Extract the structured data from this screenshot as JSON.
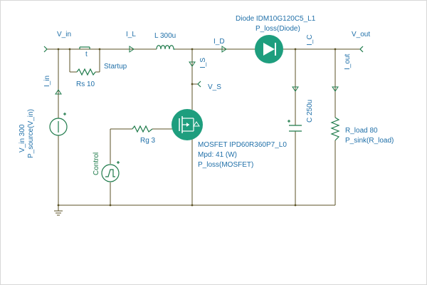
{
  "labels": {
    "v_in": "V_in",
    "i_l": "I_L",
    "inductor": "L 300u",
    "i_d": "I_D",
    "diode_name": "Diode IDM10G120C5_L1",
    "diode_loss": "P_loss(Diode)",
    "i_c": "I_C",
    "v_out": "V_out",
    "i_out": "I_out",
    "i_in": "I_in",
    "i_s": "I_S",
    "v_s": "V_S",
    "startup_t": "t",
    "startup": "Startup",
    "rs": "Rs 10",
    "cap": "C 250u",
    "rload": "R_load 80",
    "rload_sink": "P_sink(R_load)",
    "vin_source": "V_in 300",
    "vin_psource": "P_source(V_in)",
    "rg": "Rg 3",
    "control": "Control",
    "mosfet_name": "MOSFET IPD60R360P7_L0",
    "mosfet_mpd": "Mpd: 41 (W)",
    "mosfet_loss": "P_loss(MOSFET)"
  },
  "colors": {
    "wire": "#5b5224",
    "component": "#1e7a4a",
    "label": "#1f6fa8",
    "component_fill": "#1e9e7e"
  }
}
